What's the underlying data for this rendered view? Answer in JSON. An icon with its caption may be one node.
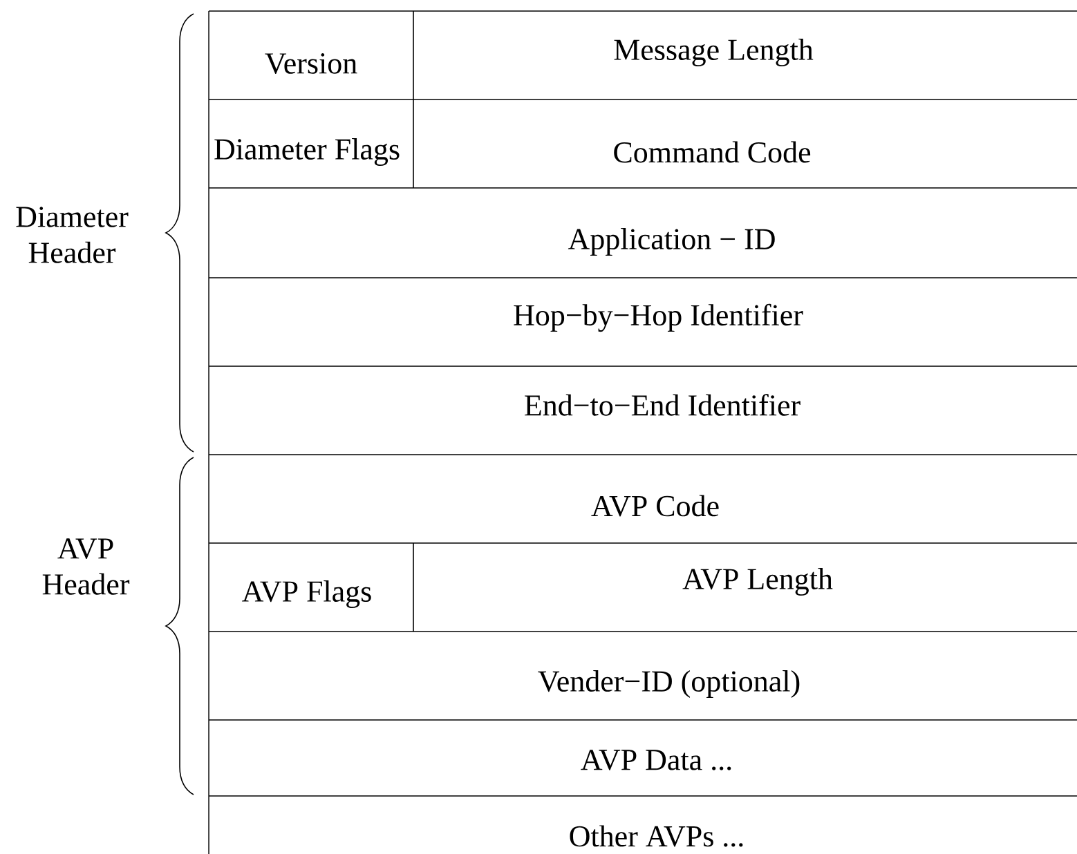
{
  "diagram": {
    "nodes": [
      {
        "text": [
          "Version"
        ]
      },
      {
        "text": [
          "Message Length"
        ]
      },
      {
        "text": [
          "Diameter Flags"
        ]
      },
      {
        "text": [
          "Command Code"
        ]
      },
      {
        "text": [
          "Application − ID"
        ]
      },
      {
        "text": [
          "Hop−by−Hop Identifier"
        ]
      },
      {
        "text": [
          "End−to−End Identifier"
        ]
      },
      {
        "text": [
          "AVP Code"
        ]
      },
      {
        "text": [
          "AVP Flags"
        ]
      },
      {
        "text": [
          "AVP Length"
        ]
      },
      {
        "text": [
          "Vender−ID (optional)"
        ]
      },
      {
        "text": [
          "AVP Data ..."
        ]
      },
      {
        "text": [
          "Other AVPs ..."
        ]
      }
    ],
    "labels": [
      "Diameter Header",
      "AVP Header"
    ]
  }
}
